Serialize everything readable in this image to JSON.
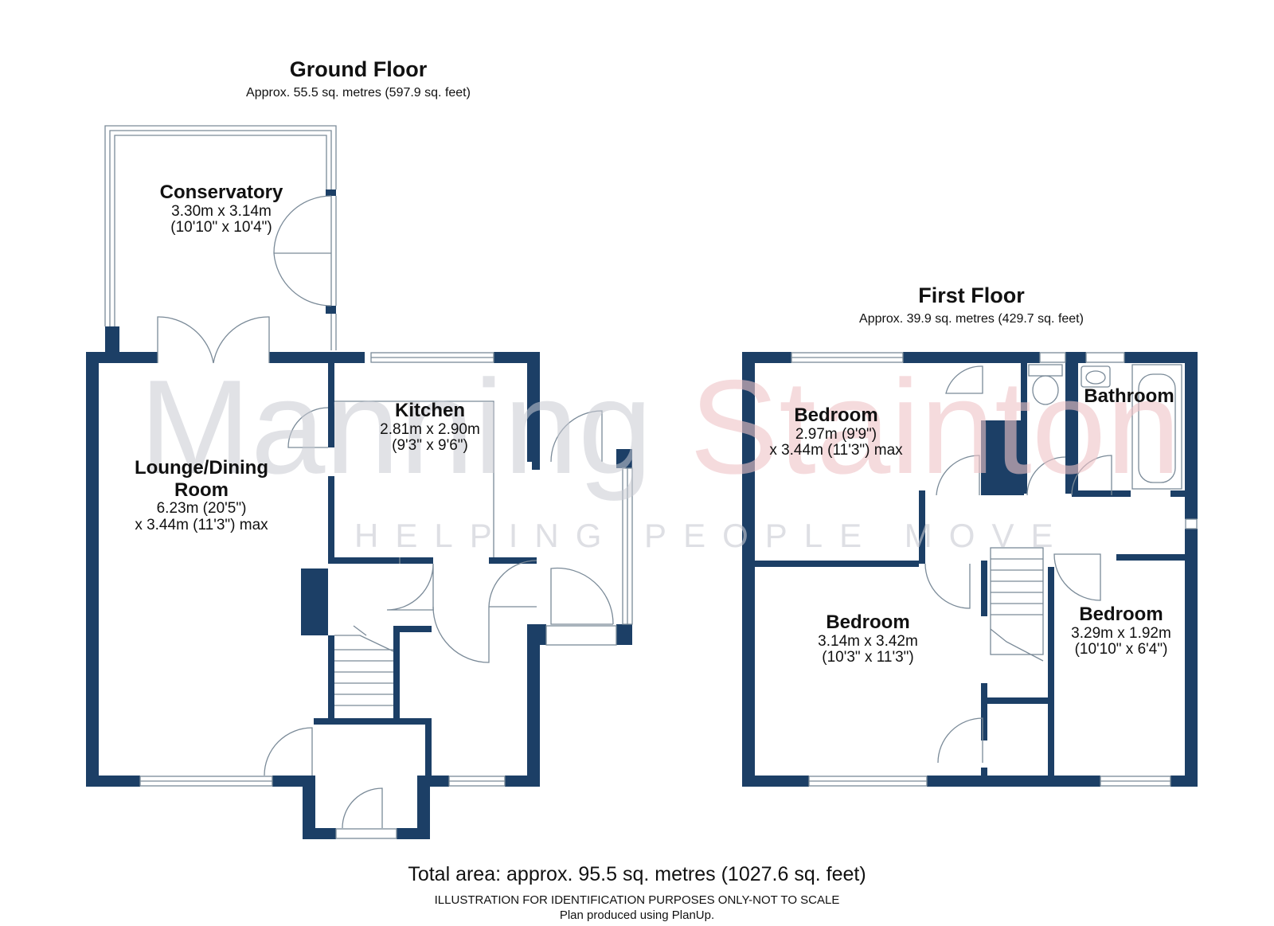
{
  "ground_floor": {
    "title": "Ground Floor",
    "area": "Approx. 55.5 sq. metres (597.9 sq. feet)",
    "rooms": {
      "conservatory": {
        "name": "Conservatory",
        "dim1": "3.30m x 3.14m",
        "dim2": "(10'10\" x 10'4\")"
      },
      "kitchen": {
        "name": "Kitchen",
        "dim1": "2.81m x 2.90m",
        "dim2": "(9'3\" x 9'6\")"
      },
      "lounge": {
        "name": "Lounge/Dining",
        "name2": "Room",
        "dim1": "6.23m (20'5\")",
        "dim2": "x 3.44m (11'3\") max"
      }
    }
  },
  "first_floor": {
    "title": "First Floor",
    "area": "Approx. 39.9 sq. metres (429.7 sq. feet)",
    "rooms": {
      "bedroom1": {
        "name": "Bedroom",
        "dim1": "2.97m (9'9\")",
        "dim2": "x 3.44m (11'3\") max"
      },
      "bathroom": {
        "name": "Bathroom"
      },
      "bedroom2": {
        "name": "Bedroom",
        "dim1": "3.14m x 3.42m",
        "dim2": "(10'3\" x 11'3\")"
      },
      "bedroom3": {
        "name": "Bedroom",
        "dim1": "3.29m x 1.92m",
        "dim2": "(10'10\" x 6'4\")"
      }
    }
  },
  "total_area": "Total area: approx. 95.5 sq. metres (1027.6 sq. feet)",
  "disclaimer": {
    "line1": "ILLUSTRATION FOR IDENTIFICATION PURPOSES ONLY-NOT TO SCALE",
    "line2": "Plan produced using PlanUp."
  },
  "watermark": {
    "brand_part1": "Manning",
    "brand_part2": "Stainton",
    "tagline": "HELPING PEOPLE MOVE"
  },
  "colors": {
    "wall": "#1c3f66",
    "outline": "#7a8a98",
    "watermark_grey": "#c9cbd3",
    "watermark_red": "#f0c4c8"
  }
}
